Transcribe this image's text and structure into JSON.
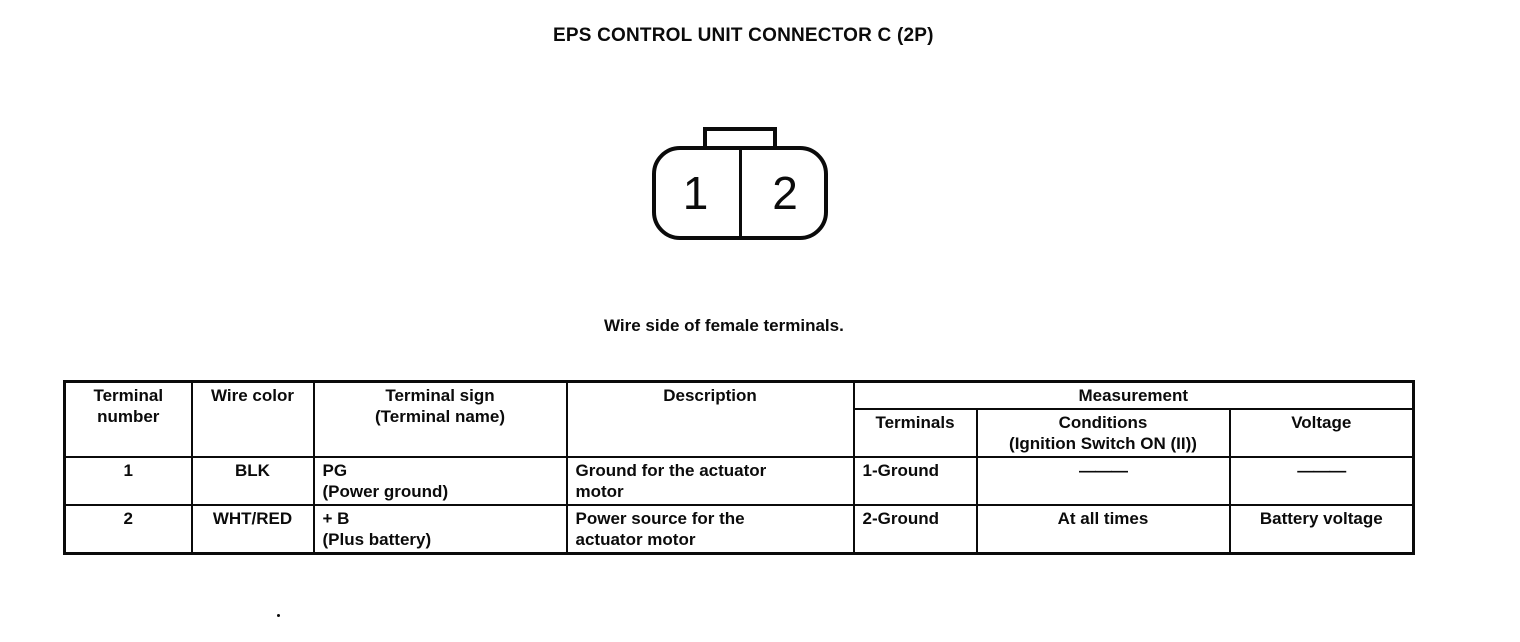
{
  "title": "EPS CONTROL UNIT CONNECTOR C (2P)",
  "connector": {
    "caption": "Wire side of female terminals.",
    "pins": [
      "1",
      "2"
    ]
  },
  "table": {
    "headers": {
      "terminal_number": "Terminal number",
      "wire_color": "Wire color",
      "terminal_sign": "Terminal sign\n(Terminal name)",
      "description": "Description",
      "measurement": "Measurement",
      "terminals": "Terminals",
      "conditions": "Conditions\n(Ignition Switch ON (II))",
      "voltage": "Voltage"
    },
    "rows": [
      {
        "terminal_number": "1",
        "wire_color": "BLK",
        "terminal_sign": "PG\n(Power ground)",
        "description": "Ground for the actuator\nmotor",
        "terminals": "1-Ground",
        "conditions": "———",
        "voltage": "———"
      },
      {
        "terminal_number": "2",
        "wire_color": "WHT/RED",
        "terminal_sign": "+ B\n(Plus battery)",
        "description": "Power source for the\nactuator motor",
        "terminals": "2-Ground",
        "conditions": "At all times",
        "voltage": "Battery voltage"
      }
    ]
  },
  "colors": {
    "ink": "#0b0b0b",
    "paper": "#ffffff"
  }
}
